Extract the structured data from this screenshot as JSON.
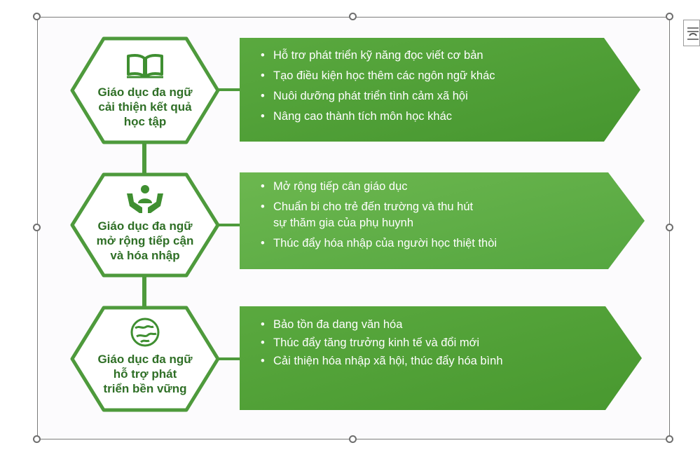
{
  "colors": {
    "accent_green": "#4e9a3c",
    "title_green": "#2f6f26",
    "banner_green_1": "#54a23c",
    "banner_green_2": "#6ab74f"
  },
  "blocks": [
    {
      "icon": "open-book-icon",
      "title": [
        "Giáo dục đa ngữ",
        "cải thiện kết quả",
        "học tập"
      ],
      "bullets": [
        [
          "Hỗ trơ phát triển kỹ năng đọc viết cơ bản"
        ],
        [
          "Tạo điều kiện học thêm các ngôn ngữ khác"
        ],
        [
          "Nuôi dưỡng phát triển tình cảm xã hội"
        ],
        [
          "Nâng cao thành tích môn học khác"
        ]
      ]
    },
    {
      "icon": "hands-person-icon",
      "title": [
        "Giáo dục đa ngữ",
        "mở rộng tiếp cận",
        "và hóa nhập"
      ],
      "bullets": [
        [
          "Mở rộng tiếp cân giáo dục"
        ],
        [
          "Chuẩn bi cho trẻ đến trường và thu hút",
          "sự thăm gia của phụ huynh"
        ],
        [
          "Thúc đẩy hóa nhập của người học thiệt thòi"
        ]
      ]
    },
    {
      "icon": "globe-icon",
      "title": [
        "Giáo dục đa ngữ",
        "hỗ trợ phát",
        "triển bền vững"
      ],
      "bullets": [
        [
          "Bảo tồn đa dang văn hóa"
        ],
        [
          "Thúc đẩy tăng trưởng kinh tế và đổi mới"
        ],
        [
          "Cải thiện hóa nhập xã hội, thúc đẩy hóa bình"
        ]
      ]
    }
  ]
}
